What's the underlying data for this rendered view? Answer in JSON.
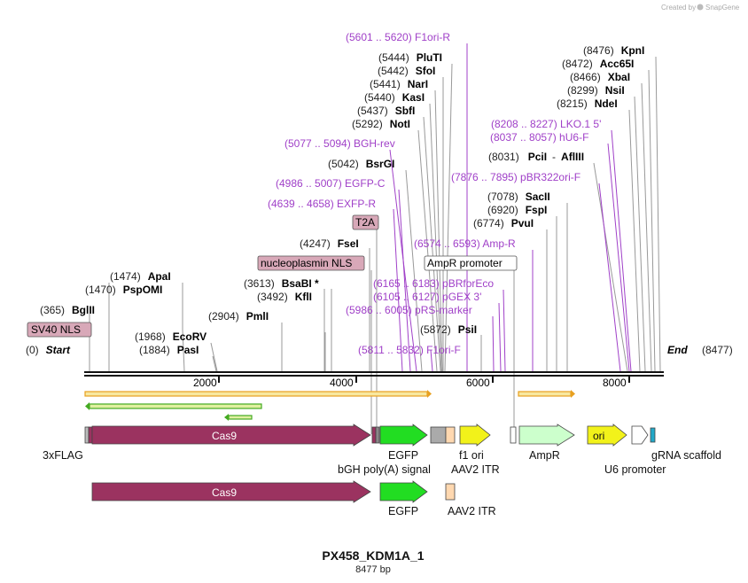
{
  "credit": {
    "text": "Created by",
    "brand": "SnapGene"
  },
  "map": {
    "title": "PX458_KDM1A_1",
    "length": "8477 bp",
    "start_pos": "(0)",
    "start_label": "Start",
    "end_label": "End",
    "end_pos": "(8477)",
    "ticks": [
      "2000",
      "4000",
      "6000",
      "8000"
    ]
  },
  "sites": [
    {
      "pos": "(365)",
      "name": "BglII"
    },
    {
      "pos": "(1474)",
      "name": "ApaI"
    },
    {
      "pos": "(1470)",
      "name": "PspOMI"
    },
    {
      "pos": "(1968)",
      "name": "EcoRV"
    },
    {
      "pos": "(1884)",
      "name": "PasI"
    },
    {
      "pos": "(2904)",
      "name": "PmlI"
    },
    {
      "pos": "(3613)",
      "name": "BsaBI *"
    },
    {
      "pos": "(3492)",
      "name": "KflI"
    },
    {
      "pos": "(4247)",
      "name": "FseI"
    },
    {
      "pos": "(5042)",
      "name": "BsrGI"
    },
    {
      "pos": "(5292)",
      "name": "NotI"
    },
    {
      "pos": "(5437)",
      "name": "SbfI"
    },
    {
      "pos": "(5440)",
      "name": "KasI"
    },
    {
      "pos": "(5441)",
      "name": "NarI"
    },
    {
      "pos": "(5442)",
      "name": "SfoI"
    },
    {
      "pos": "(5444)",
      "name": "PluTI"
    },
    {
      "pos": "(5872)",
      "name": "PsiI"
    },
    {
      "pos": "(6774)",
      "name": "PvuI"
    },
    {
      "pos": "(6920)",
      "name": "FspI"
    },
    {
      "pos": "(7078)",
      "name": "SacII"
    },
    {
      "pos": "(8031)",
      "name": "PciI",
      "name2": "AflIII"
    },
    {
      "pos": "(8215)",
      "name": "NdeI"
    },
    {
      "pos": "(8299)",
      "name": "NsiI"
    },
    {
      "pos": "(8466)",
      "name": "XbaI"
    },
    {
      "pos": "(8472)",
      "name": "Acc65I"
    },
    {
      "pos": "(8476)",
      "name": "KpnI"
    }
  ],
  "primers": [
    {
      "text": "(5601 .. 5620)  F1ori-R"
    },
    {
      "text": "(5077 .. 5094)  BGH-rev"
    },
    {
      "text": "(4986 .. 5007)  EGFP-C"
    },
    {
      "text": "(4639 .. 4658)  EXFP-R"
    },
    {
      "text": "(7876 .. 7895)  pBR322ori-F"
    },
    {
      "text": "(8208 .. 8227)  LKO.1 5'"
    },
    {
      "text": "(8037 .. 8057)  hU6-F"
    },
    {
      "text": "(6574 .. 6593)  Amp-R"
    },
    {
      "text": "(6165 .. 6183)  pBRforEco"
    },
    {
      "text": "(6105 .. 6127)  pGEX 3'"
    },
    {
      "text": "(5986 .. 6005)  pRS-marker"
    },
    {
      "text": "(5811 .. 5832)  F1ori-F"
    }
  ],
  "boxed": {
    "sv40": "SV40 NLS",
    "nucleoplasmin": "nucleoplasmin NLS",
    "t2a": "T2A",
    "ampr_promoter": "AmpR promoter"
  },
  "features": {
    "flag": "3xFLAG",
    "cas9": "Cas9",
    "egfp": "EGFP",
    "bgh": "bGH poly(A) signal",
    "f1ori": "f1 ori",
    "aav2itr": "AAV2 ITR",
    "ampr": "AmpR",
    "ori": "ori",
    "u6": "U6 promoter",
    "grna": "gRNA scaffold"
  },
  "colors": {
    "cas9": "#9b3360",
    "egfp": "#22dd22",
    "f1ori": "#f2f21a",
    "ampr": "#ccffcc",
    "itr": "#ffd8b0",
    "primer": "#a040c8",
    "nls_box": "#d8a8b8",
    "grna": "#22a8c8",
    "orf_orange": "#e8a020"
  }
}
